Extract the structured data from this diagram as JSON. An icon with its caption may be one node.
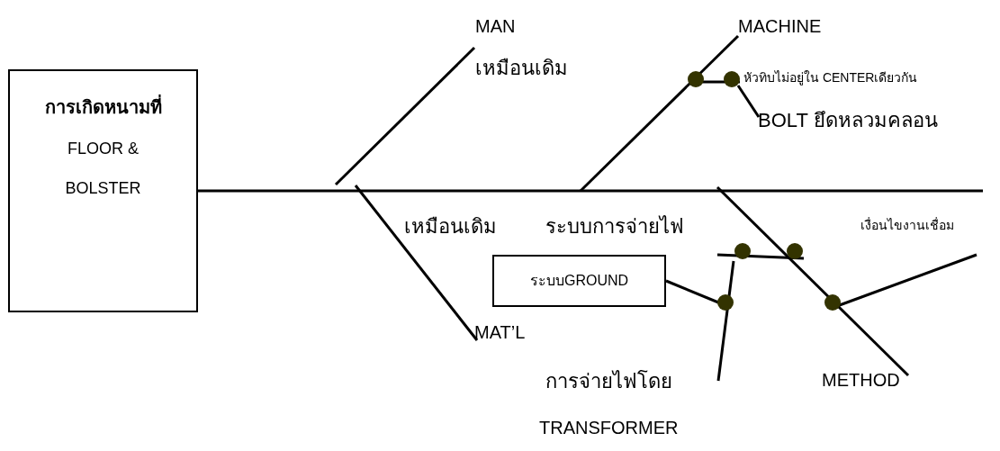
{
  "diagram": {
    "nodes": [
      {
        "text": [
          "การเกิดหนามที่",
          "FLOOR & BOLSTER"
        ]
      },
      {
        "text": [
          "ระบบGROUND"
        ]
      }
    ],
    "edges": [
      {
        "from": 0,
        "to": null,
        "arrow": "none"
      },
      {
        "from": 1,
        "to": null,
        "arrow": "none"
      }
    ],
    "labels": [
      "MAN",
      "เหมือนเดิม",
      "MACHINE",
      "หัวทิบไม่อยู่ใน CENTERเดียวกัน",
      "BOLT ยึดหลวมคลอน",
      "เหมือนเดิม",
      "ระบบการจ่ายไฟ",
      "เงื่อนไขงานเชื่อม",
      "MAT’L",
      "การจ่ายไฟโดย",
      "TRANSFORMER",
      "METHOD"
    ]
  }
}
